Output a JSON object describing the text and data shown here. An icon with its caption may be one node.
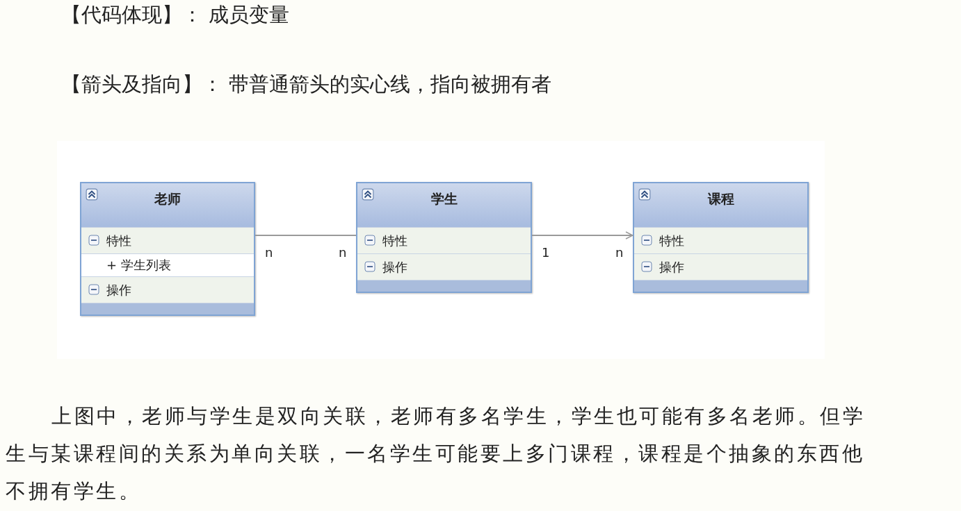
{
  "diagram": {
    "nodes": [
      {
        "text": [
          "老师",
          "特性",
          "+ 学生列表",
          "操作"
        ],
        "beside": [
          "n"
        ]
      },
      {
        "text": [
          "学生",
          "特性",
          "操作"
        ],
        "beside": [
          "n",
          "1"
        ]
      },
      {
        "text": [
          "课程",
          "特性",
          "操作"
        ],
        "beside": [
          "n"
        ]
      }
    ],
    "edges": [
      {
        "from": 0,
        "to": 1,
        "arrow": "none"
      },
      {
        "from": 1,
        "to": 2,
        "arrow": "to"
      }
    ],
    "labels": [
      "【代码体现】： 成员变量",
      "【箭头及指向】： 带普通箭头的实心线，指向被拥有者",
      "上图中，老师与学生是双向关联，老师有多名学生，学生也可能有多名老师。但学生与某课程间的关系为单向关联，一名学生可能要上多门课程，课程是个抽象的东西他不拥有学生。"
    ]
  }
}
